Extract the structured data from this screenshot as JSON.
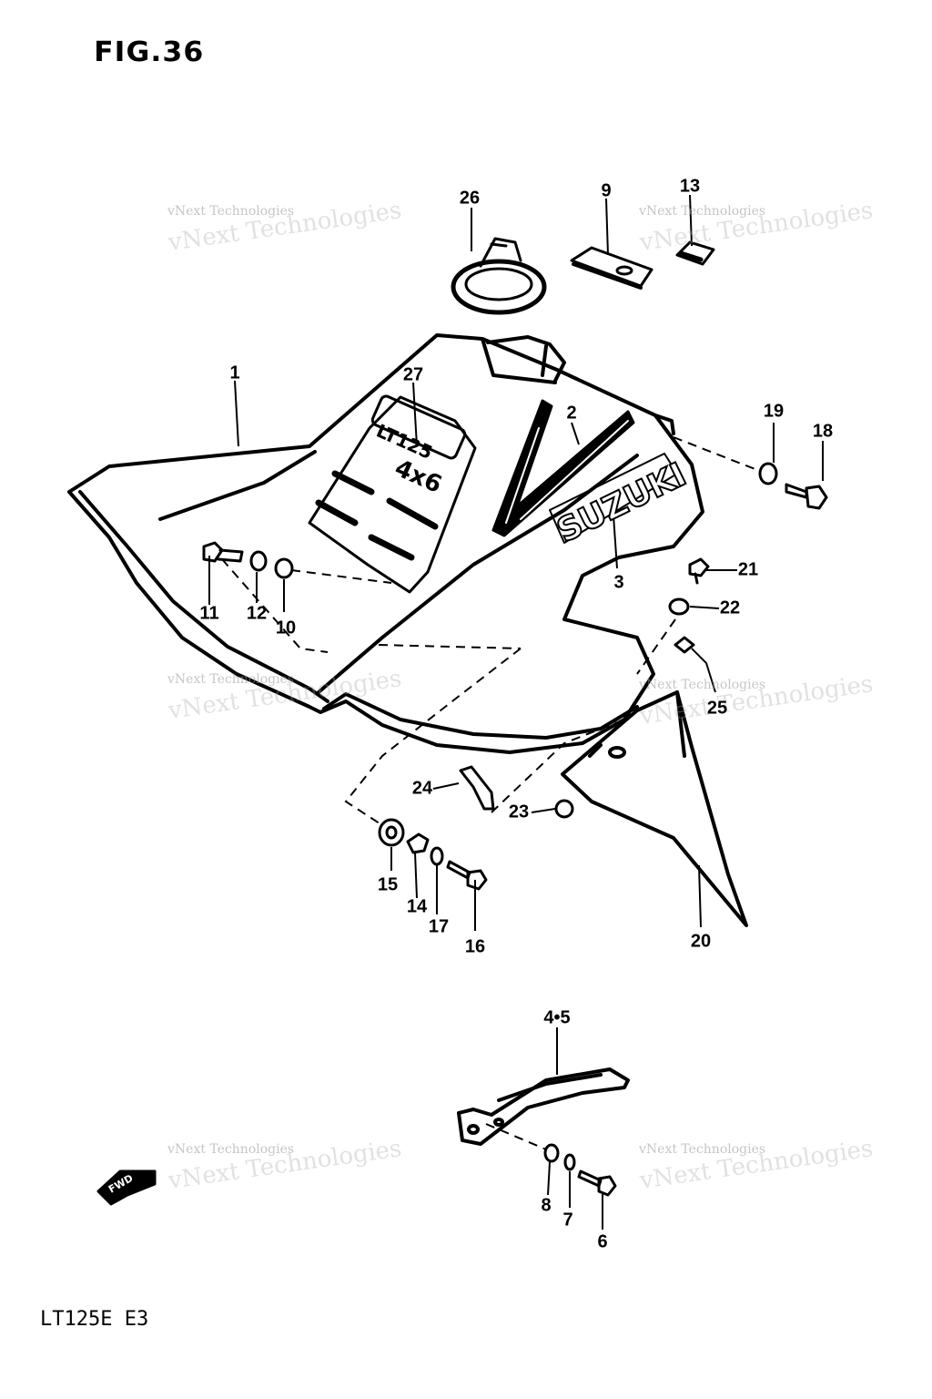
{
  "figure_title": "FIG.36",
  "model_label": "LT125E E3",
  "decals": {
    "brand": "SUZUKI",
    "model_badge": "LT125",
    "drive_badge": "4x6"
  },
  "fwd_arrow_label": "FWD",
  "watermark": {
    "line1": "vNext Technologies",
    "line2": "vNext Technologies"
  },
  "callouts": [
    {
      "id": "c26",
      "label": "26"
    },
    {
      "id": "c9",
      "label": "9"
    },
    {
      "id": "c13",
      "label": "13"
    },
    {
      "id": "c1",
      "label": "1"
    },
    {
      "id": "c27",
      "label": "27"
    },
    {
      "id": "c2",
      "label": "2"
    },
    {
      "id": "c19",
      "label": "19"
    },
    {
      "id": "c18",
      "label": "18"
    },
    {
      "id": "c3",
      "label": "3"
    },
    {
      "id": "c21",
      "label": "21"
    },
    {
      "id": "c22",
      "label": "22"
    },
    {
      "id": "c11",
      "label": "11"
    },
    {
      "id": "c12",
      "label": "12"
    },
    {
      "id": "c10",
      "label": "10"
    },
    {
      "id": "c25",
      "label": "25"
    },
    {
      "id": "c24",
      "label": "24"
    },
    {
      "id": "c23",
      "label": "23"
    },
    {
      "id": "c15",
      "label": "15"
    },
    {
      "id": "c14",
      "label": "14"
    },
    {
      "id": "c17",
      "label": "17"
    },
    {
      "id": "c16",
      "label": "16"
    },
    {
      "id": "c20",
      "label": "20"
    },
    {
      "id": "c45",
      "label": "4•5"
    },
    {
      "id": "c8",
      "label": "8"
    },
    {
      "id": "c7",
      "label": "7"
    },
    {
      "id": "c6",
      "label": "6"
    }
  ]
}
